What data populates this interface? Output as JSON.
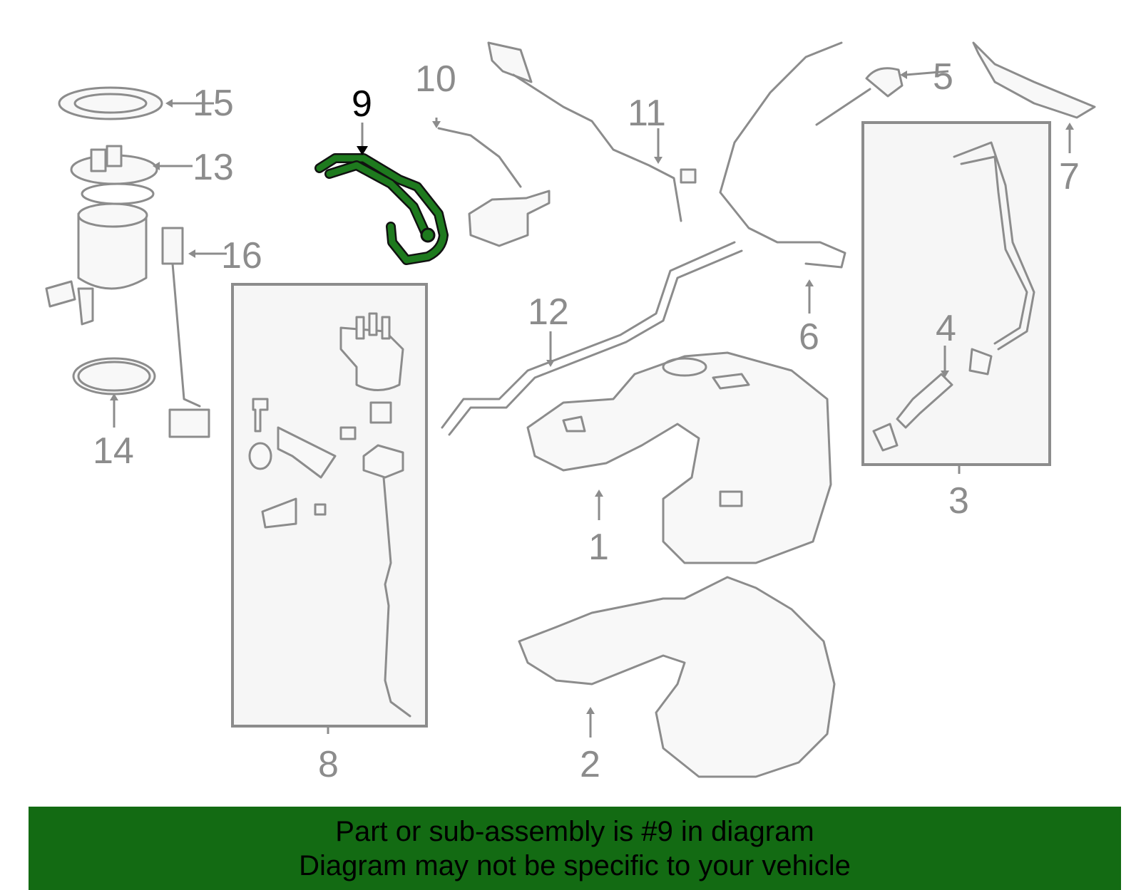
{
  "callouts": {
    "c1": "1",
    "c2": "2",
    "c3": "3",
    "c4": "4",
    "c5": "5",
    "c6": "6",
    "c7": "7",
    "c8": "8",
    "c9": "9",
    "c10": "10",
    "c11": "11",
    "c12": "12",
    "c13": "13",
    "c14": "14",
    "c15": "15",
    "c16": "16"
  },
  "highlight": {
    "part_number": "9",
    "color": "#1e7a1e"
  },
  "colors": {
    "line_gray": "#8c8c8c",
    "footer_bg": "#136b13"
  },
  "footer": {
    "line1": "Part or sub-assembly is #9 in diagram",
    "line2": "Diagram may not be specific to your vehicle"
  }
}
